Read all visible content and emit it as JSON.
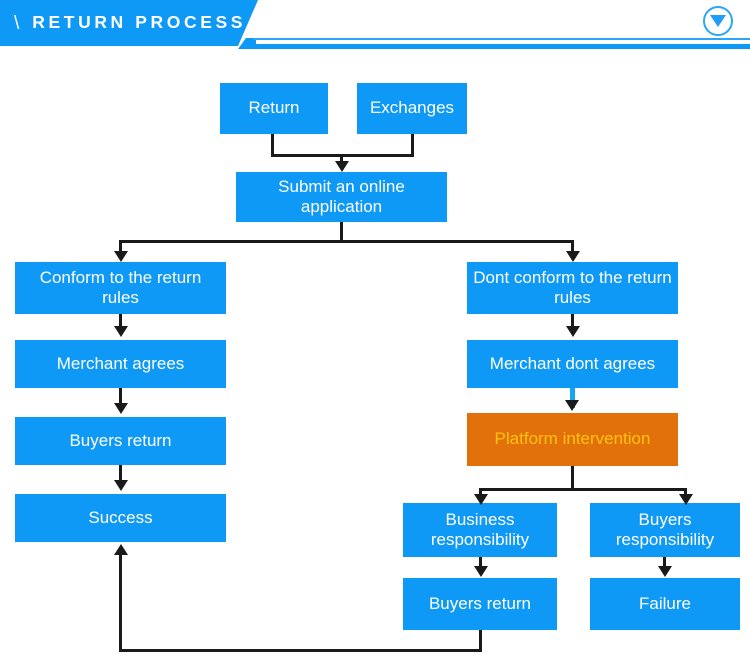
{
  "header": {
    "slash": "\\",
    "title": "RETURN PROCESS",
    "toggle_icon": "triangle-down-icon",
    "banner_color": "#0d99f5",
    "text_color": "#ffffff"
  },
  "flowchart": {
    "node_color": "#0d99f5",
    "node_text_color": "#ffffff",
    "highlight_color": "#e2710c",
    "highlight_text_color": "#ffc20c",
    "connector_color": "#1a1a1a",
    "accent_connector_color": "#17a5f2",
    "nodes": [
      {
        "id": "return",
        "label": "Return"
      },
      {
        "id": "exchanges",
        "label": "Exchanges"
      },
      {
        "id": "submit",
        "label": "Submit an online application"
      },
      {
        "id": "conform",
        "label": "Conform to the return rules"
      },
      {
        "id": "merchant-agrees",
        "label": "Merchant agrees"
      },
      {
        "id": "buyers-return-left",
        "label": "Buyers return"
      },
      {
        "id": "success",
        "label": "Success"
      },
      {
        "id": "dont-conform",
        "label": "Dont conform to the return rules"
      },
      {
        "id": "merchant-dont-agrees",
        "label": "Merchant dont agrees"
      },
      {
        "id": "platform-intervention",
        "label": "Platform intervention"
      },
      {
        "id": "business-responsibility",
        "label": "Business responsibility"
      },
      {
        "id": "buyers-responsibility",
        "label": "Buyers responsibility"
      },
      {
        "id": "buyers-return-right",
        "label": "Buyers return"
      },
      {
        "id": "failure",
        "label": "Failure"
      }
    ]
  }
}
